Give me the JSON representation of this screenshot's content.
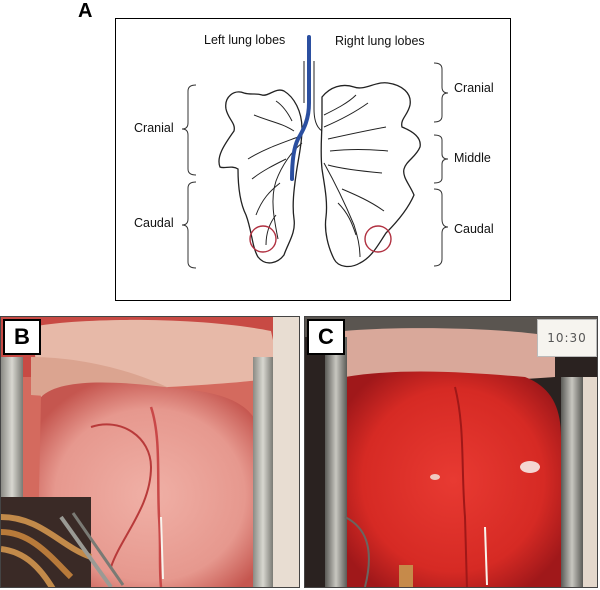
{
  "panels": {
    "a": {
      "letter": "A"
    },
    "b": {
      "letter": "B"
    },
    "c": {
      "letter": "C"
    }
  },
  "diagram": {
    "left_title": "Left lung lobes",
    "right_title": "Right lung lobes",
    "left_labels": {
      "cranial": "Cranial",
      "caudal": "Caudal"
    },
    "right_labels": {
      "cranial": "Cranial",
      "middle": "Middle",
      "caudal": "Caudal"
    },
    "colors": {
      "trachea": "#2b4fa0",
      "marker_circle": "#b03040",
      "outline": "#222222"
    }
  },
  "photo_c": {
    "time_card": "10:30"
  },
  "icons": [
    "sample-site-circle-left",
    "sample-site-circle-right"
  ]
}
